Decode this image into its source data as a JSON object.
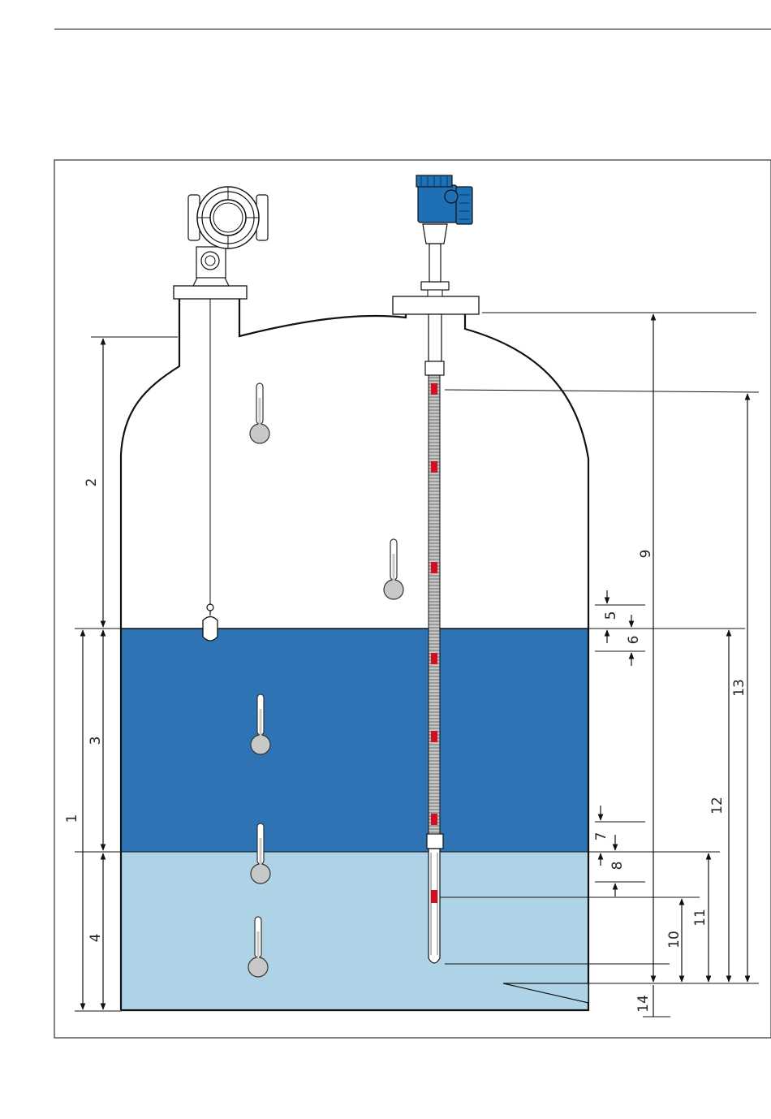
{
  "colors": {
    "tank_outline": "#111111",
    "product_upper": "#2e74b5",
    "product_lower": "#aed3e6",
    "head_blue": "#1f6fb5",
    "sensor_red": "#d0101e",
    "thermometer_fill": "#c8c8c8"
  },
  "labels": {
    "l1": "1",
    "l2": "2",
    "l3": "3",
    "l4": "4",
    "l5": "5",
    "l6": "6",
    "l7": "7",
    "l8": "8",
    "l9": "9",
    "l10": "10",
    "l11": "11",
    "l12": "12",
    "l13": "13",
    "l14": "14"
  },
  "icons": {
    "left_gauge": "servo-level-gauge-icon",
    "right_probe": "temperature-probe-head-icon",
    "thermometer": "thermometer-icon",
    "displacer": "displacer-float-icon"
  }
}
